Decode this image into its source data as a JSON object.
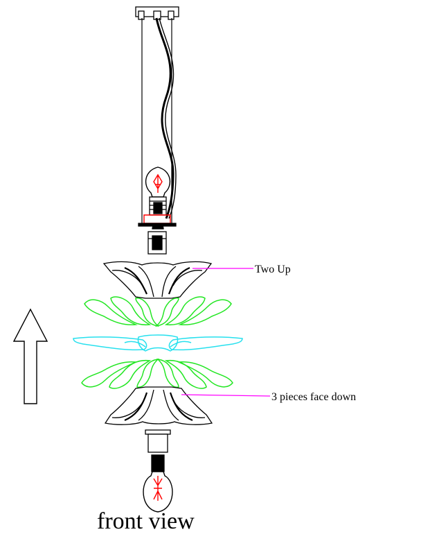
{
  "labels": {
    "top_callout": "Two Up",
    "bottom_callout": "3 pieces face down",
    "caption": "front view"
  },
  "colors": {
    "line": "#000000",
    "callout": "#ff00ff",
    "filament": "#ff0000",
    "leaf_green": "#22e622",
    "leaf_cyan": "#26e0ee"
  }
}
